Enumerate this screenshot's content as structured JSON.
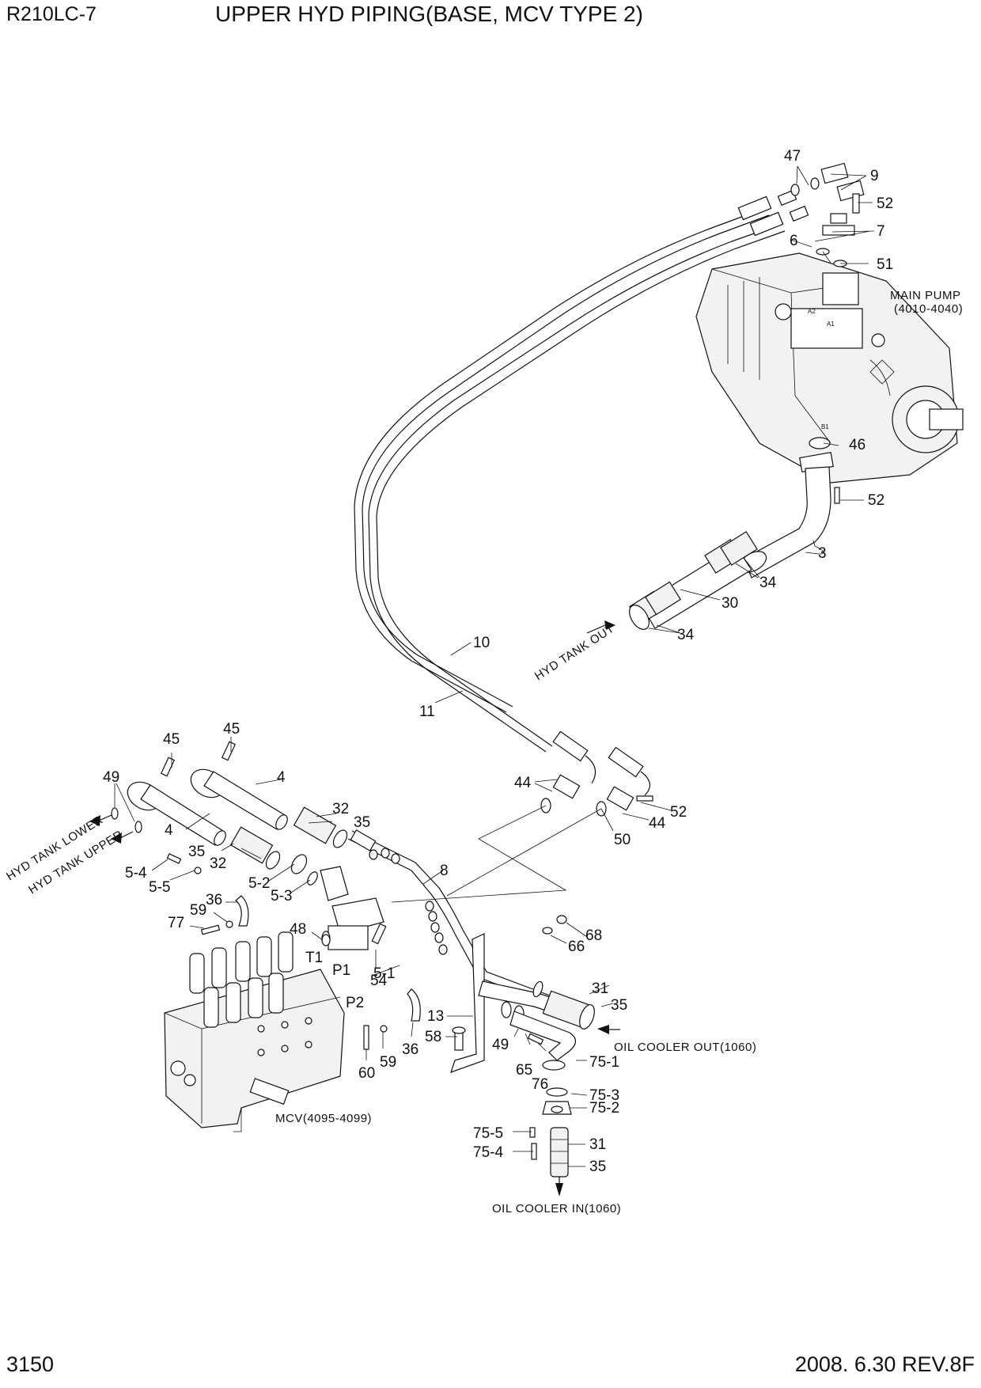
{
  "header": {
    "model": "R210LC-7",
    "title": "UPPER HYD PIPING(BASE, MCV TYPE 2)"
  },
  "footer": {
    "page_number": "3150",
    "date_rev": "2008. 6.30  REV.8F"
  },
  "labels": {
    "main_pump": "MAIN PUMP",
    "main_pump_range": "(4010-4040)",
    "mcv": "MCV(4095-4099)",
    "hyd_tank_out": "HYD TANK OUT",
    "hyd_tank_lower": "HYD TANK LOWER",
    "hyd_tank_upper": "HYD TANK UPPER",
    "oil_cooler_out": "OIL COOLER OUT(1060)",
    "oil_cooler_in": "OIL COOLER IN(1060)",
    "port_a1": "A1",
    "port_a2": "A2",
    "port_b1": "B1",
    "port_t1": "T1",
    "port_p1": "P1",
    "port_p2": "P2"
  },
  "callouts": {
    "c47": "47",
    "c9": "9",
    "c52a": "52",
    "c7": "7",
    "c6": "6",
    "c51": "51",
    "c46": "46",
    "c52b": "52",
    "c3": "3",
    "c34a": "34",
    "c30": "30",
    "c34b": "34",
    "c10": "10",
    "c11": "11",
    "c45a": "45",
    "c45b": "45",
    "c4a": "4",
    "c4b": "4",
    "c49a": "49",
    "c32a": "32",
    "c35a": "35",
    "c35b": "35",
    "c32b": "32",
    "c44a": "44",
    "c44b": "44",
    "c52c": "52",
    "c50": "50",
    "c8": "8",
    "c54": "5-4",
    "c55": "5-5",
    "c52d": "5-2",
    "c53": "5-3",
    "c36a": "36",
    "c59a": "59",
    "c77": "77",
    "c48": "48",
    "c54b": "54",
    "c51b": "5-1",
    "c66": "66",
    "c68": "68",
    "c31a": "31",
    "c35c": "35",
    "c13": "13",
    "c58": "58",
    "c49b": "49",
    "c36b": "36",
    "c60": "60",
    "c59b": "59",
    "c65": "65",
    "c76": "76",
    "c751": "75-1",
    "c753": "75-3",
    "c752": "75-2",
    "c755": "75-5",
    "c754": "75-4",
    "c31b": "31",
    "c35d": "35"
  }
}
